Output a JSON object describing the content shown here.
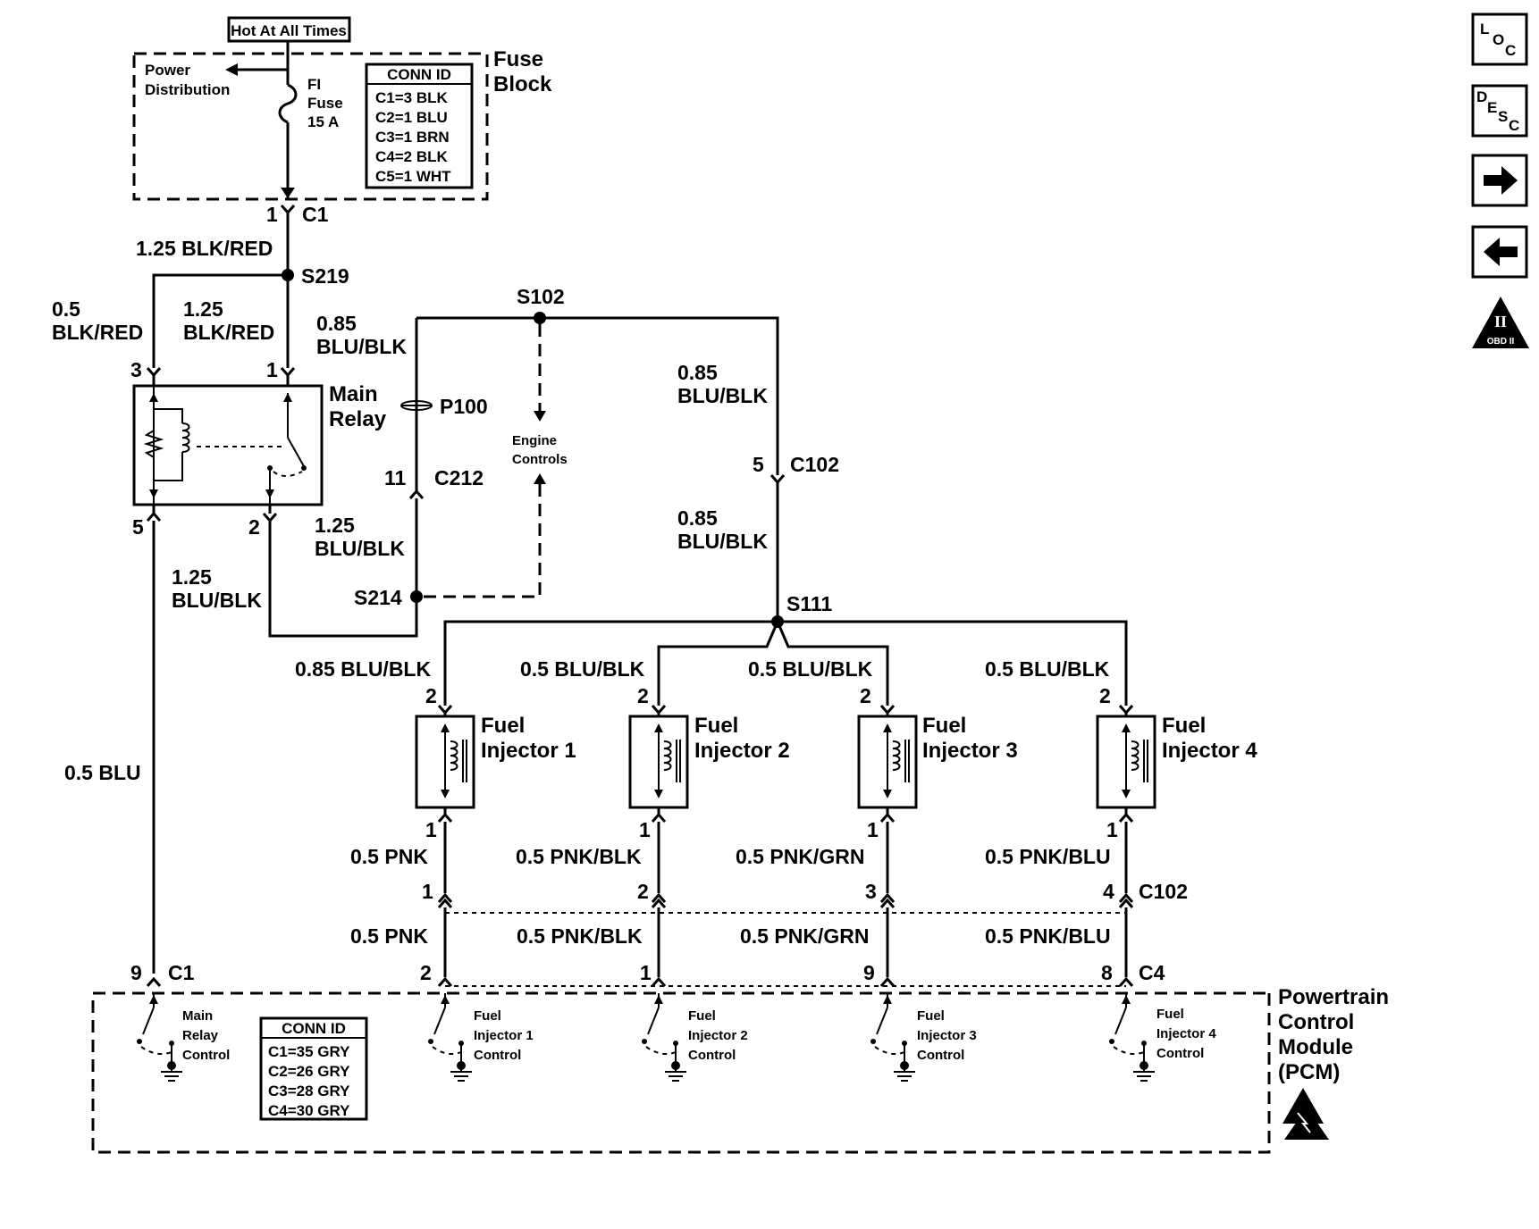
{
  "header_box": "Hot At All Times",
  "fuse_block": {
    "title_line1": "Fuse",
    "title_line2": "Block",
    "power_dist_line1": "Power",
    "power_dist_line2": "Distribution",
    "fuse_line1": "FI",
    "fuse_line2": "Fuse",
    "fuse_line3": "15 A",
    "conn_id_title": "CONN ID",
    "conn_ids": [
      "C1=3 BLK",
      "C2=1 BLU",
      "C3=1 BRN",
      "C4=2 BLK",
      "C5=1 WHT"
    ]
  },
  "pins": {
    "c1_top_pin": "1",
    "c1_top": "C1",
    "relay_pin3": "3",
    "relay_pin1": "1",
    "relay_pin5": "5",
    "relay_pin2": "2",
    "c212_pin": "11",
    "c212": "C212",
    "c102_top_pin": "5",
    "c102_top": "C102",
    "inj1_top": "2",
    "inj2_top": "2",
    "inj3_top": "2",
    "inj4_top": "2",
    "inj1_bot": "1",
    "inj2_bot": "1",
    "inj3_bot": "1",
    "inj4_bot": "1",
    "c102_p1": "1",
    "c102_p2": "2",
    "c102_p3": "3",
    "c102_p4": "4",
    "c102_mid": "C102",
    "pcm_c1_pin": "9",
    "pcm_c1": "C1",
    "pcm_p2": "2",
    "pcm_p1": "1",
    "pcm_p9": "9",
    "pcm_p8": "8",
    "pcm_c4": "C4"
  },
  "splices": {
    "s219": "S219",
    "s102": "S102",
    "s214": "S214",
    "s111": "S111",
    "p100": "P100"
  },
  "wires": {
    "w_125_blk_red": "1.25 BLK/RED",
    "w_05": "0.5",
    "w_blk_red_a": "BLK/RED",
    "w_125_a": "1.25",
    "w_blk_red_b": "BLK/RED",
    "w_085_a": "0.85",
    "w_blu_blk_a": "BLU/BLK",
    "w_085_b": "0.85",
    "w_blu_blk_b": "BLU/BLK",
    "w_085_c": "0.85",
    "w_blu_blk_c": "BLU/BLK",
    "w_125_b": "1.25",
    "w_blu_blk_d": "BLU/BLK",
    "w_125_c": "1.25",
    "w_blu_blk_e": "BLU/BLK",
    "w_05_blu": "0.5 BLU",
    "inj1_feed": "0.85 BLU/BLK",
    "inj2_feed": "0.5 BLU/BLK",
    "inj3_feed": "0.5 BLU/BLK",
    "inj4_feed": "0.5 BLU/BLK",
    "inj1_out_a": "0.5 PNK",
    "inj2_out_a": "0.5 PNK/BLK",
    "inj3_out_a": "0.5 PNK/GRN",
    "inj4_out_a": "0.5 PNK/BLU",
    "inj1_out_b": "0.5 PNK",
    "inj2_out_b": "0.5 PNK/BLK",
    "inj3_out_b": "0.5 PNK/GRN",
    "inj4_out_b": "0.5 PNK/BLU"
  },
  "relay": {
    "line1": "Main",
    "line2": "Relay"
  },
  "engine_controls": {
    "line1": "Engine",
    "line2": "Controls"
  },
  "injectors": [
    {
      "line1": "Fuel",
      "line2": "Injector 1"
    },
    {
      "line1": "Fuel",
      "line2": "Injector 2"
    },
    {
      "line1": "Fuel",
      "line2": "Injector 3"
    },
    {
      "line1": "Fuel",
      "line2": "Injector 4"
    }
  ],
  "pcm": {
    "title1": "Powertrain",
    "title2": "Control",
    "title3": "Module",
    "title4": "(PCM)",
    "relay_ctrl": [
      "Main",
      "Relay",
      "Control"
    ],
    "inj_ctrl": [
      [
        "Fuel",
        "Injector 1",
        "Control"
      ],
      [
        "Fuel",
        "Injector 2",
        "Control"
      ],
      [
        "Fuel",
        "Injector 3",
        "Control"
      ],
      [
        "Fuel",
        "Injector 4",
        "Control"
      ]
    ],
    "conn_id_title": "CONN ID",
    "conn_ids": [
      "C1=35 GRY",
      "C2=26 GRY",
      "C3=28 GRY",
      "C4=30 GRY"
    ]
  },
  "nav": {
    "loc_l": "L",
    "loc_o": "O",
    "loc_c": "C",
    "desc_d": "D",
    "desc_e": "E",
    "desc_s": "S",
    "desc_c": "C",
    "obd_roman": "II",
    "obd_label": "OBD II"
  }
}
